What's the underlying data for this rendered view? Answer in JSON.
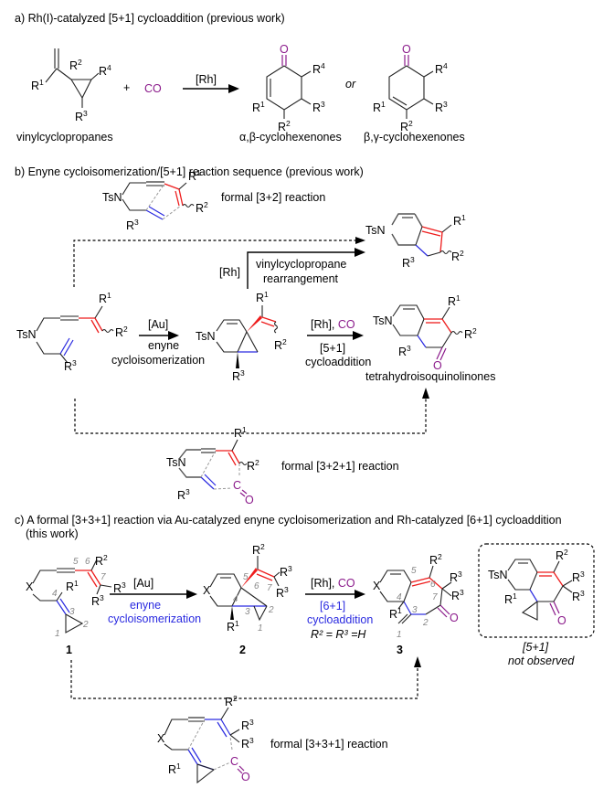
{
  "colors": {
    "red_bond": "#ee1c1c",
    "blue_bond": "#2a2ae0",
    "carbonyl_purple": "#8b1a8b",
    "atom_number_gray": "#888888"
  },
  "panel_a": {
    "header": "a) Rh(I)-catalyzed [5+1] cycloaddition (previous work)",
    "plus": "+",
    "co": "CO",
    "catalyst": "[Rh]",
    "or": "or",
    "oxygen": "O",
    "substrate_label": "vinylcyclopropanes",
    "product1_label": "α,β-cyclohexenones",
    "product2_label": "β,γ-cyclohexenones",
    "r": "R",
    "sub1": "1",
    "sub2": "2",
    "sub3": "3",
    "sub4": "4"
  },
  "panel_b": {
    "header": "b) Enyne cycloisomerization/[5+1] reaction sequence (previous work)",
    "tsn": "TsN",
    "formal_32": "formal [3+2] reaction",
    "formal_321": "formal [3+2+1] reaction",
    "rh": "[Rh]",
    "vcp_line1": "vinylcyclopropane",
    "vcp_line2": "rearrangement",
    "au": "[Au]",
    "enyne_line1": "enyne",
    "enyne_line2": "cycloisomerization",
    "rh_co_rh": "[Rh],",
    "rh_co_co": "CO",
    "cyclo_line1": "[5+1]",
    "cyclo_line2": "cycloaddition",
    "product_label": "tetrahydroisoquinolinones",
    "c": "C",
    "o": "O"
  },
  "panel_c": {
    "header_line1": "c) A formal [3+3+1] reaction via Au-catalyzed enyne cycloisomerization and Rh-catalyzed [6+1] cycloaddition",
    "header_line2": "(this work)",
    "x": "X",
    "tsn": "TsN",
    "au": "[Au]",
    "enyne_line1": "enyne",
    "enyne_line2": "cycloisomerization",
    "rh": "[Rh],",
    "co": "CO",
    "cyclo_line1": "[6+1]",
    "cyclo_line2": "cycloaddition",
    "condition": "R² = R³ =H",
    "compound1": "1",
    "compound2": "2",
    "compound3": "3",
    "not_obs_line1": "[5+1]",
    "not_obs_line2": "not observed",
    "formal_331": "formal [3+3+1] reaction",
    "atom_numbers": [
      "1",
      "2",
      "3",
      "4",
      "5",
      "6",
      "7"
    ],
    "c": "C",
    "o": "O"
  }
}
